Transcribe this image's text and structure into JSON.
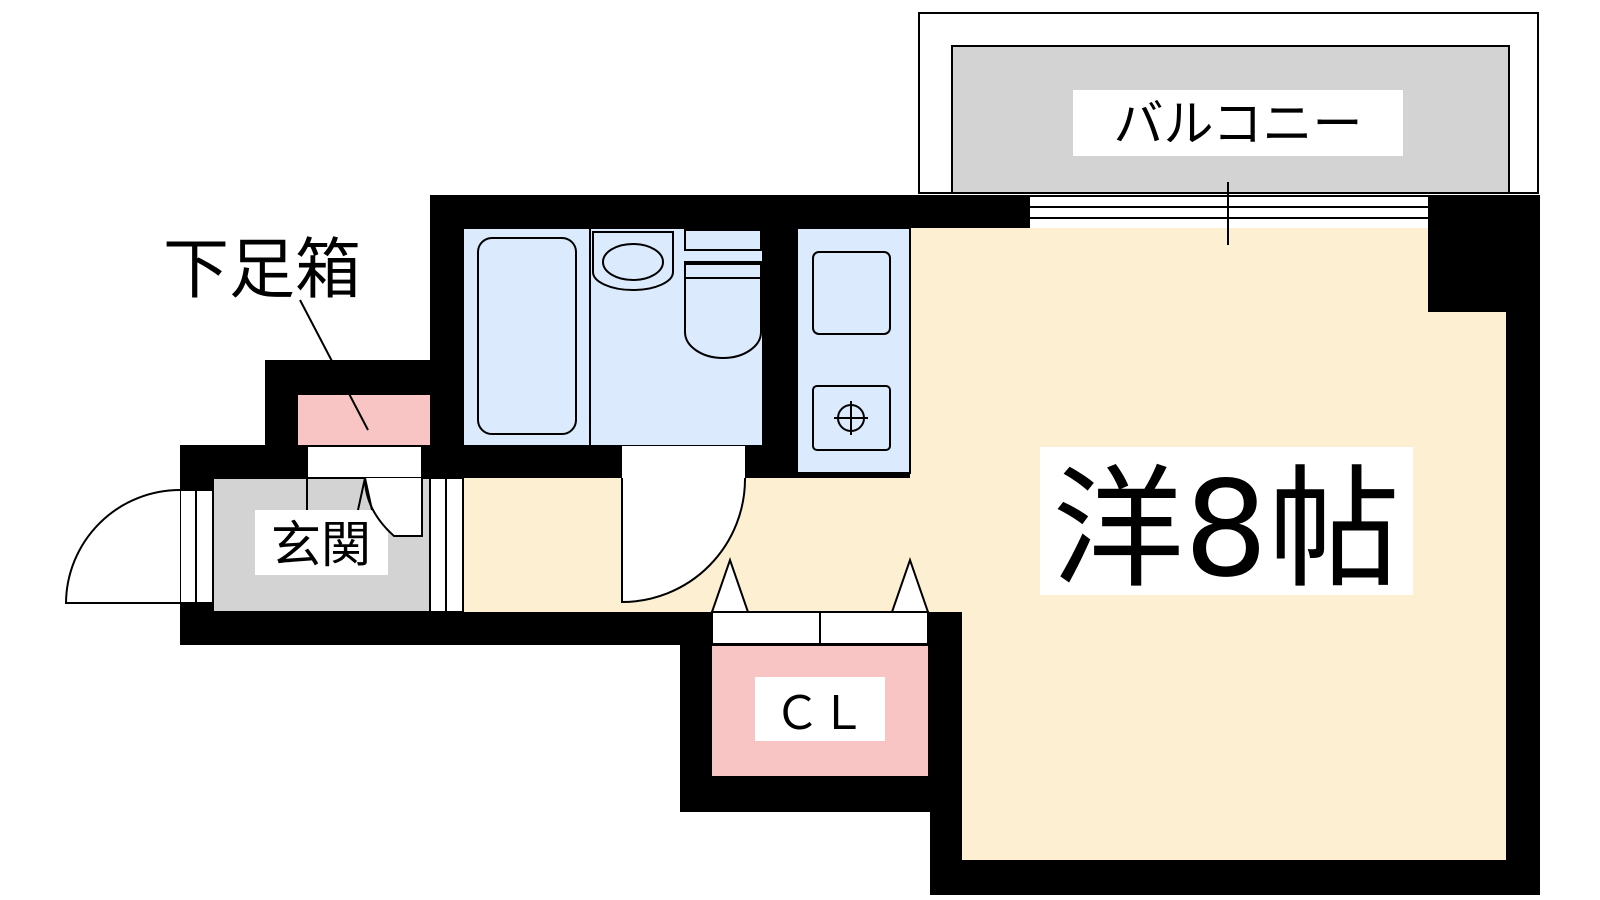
{
  "floorplan": {
    "rooms": {
      "balcony": {
        "label": "バルコニー",
        "color": "#d3d3d3"
      },
      "western_room": {
        "label": "洋8帖",
        "color": "#fdf0d2"
      },
      "closet": {
        "label": "ＣＬ",
        "color": "#f9c4c4"
      },
      "entrance": {
        "label": "玄関",
        "color": "#d3d3d3"
      },
      "shoe_box": {
        "label": "下足箱",
        "color": "#f9c4c4"
      }
    },
    "colors": {
      "wall": "#000000",
      "wet_area": "#dbeafc",
      "hall_floor": "#fdf0d2",
      "background": "#ffffff"
    }
  }
}
